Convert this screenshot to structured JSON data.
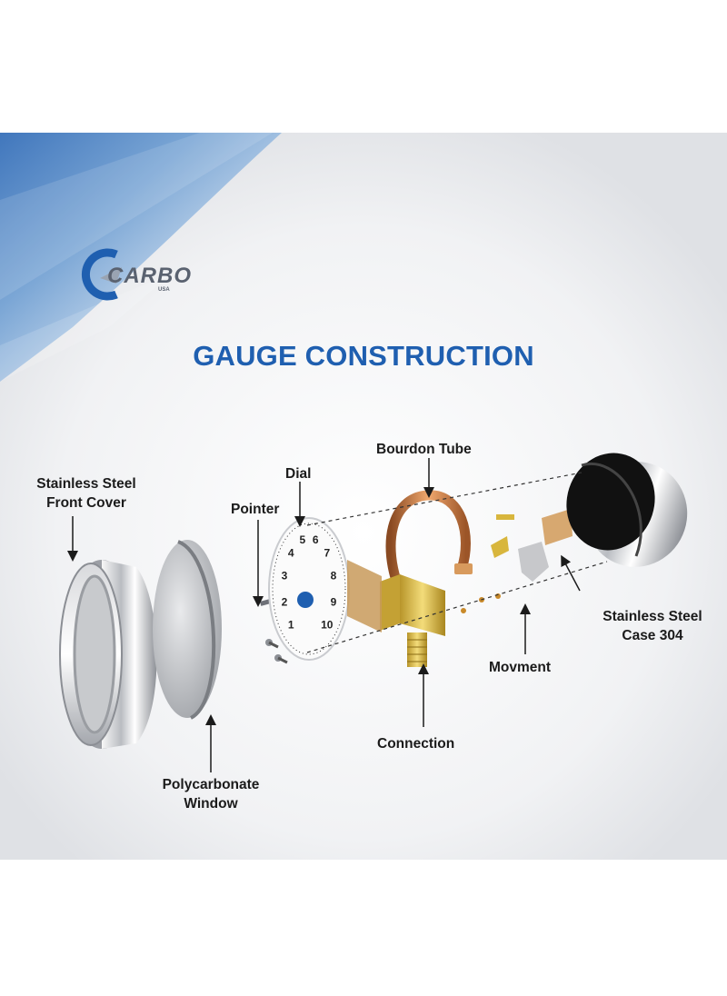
{
  "logo": {
    "name": "CARBO",
    "sub": "USA"
  },
  "title": "GAUGE CONSTRUCTION",
  "labels": {
    "front_cover": "Stainless Steel\nFront Cover",
    "pointer": "Pointer",
    "dial": "Dial",
    "bourdon_tube": "Bourdon Tube",
    "case": "Stainless Steel\nCase 304",
    "movement": "Movment",
    "connection": "Connection",
    "window": "Polycarbonate\nWindow"
  },
  "dial_numbers": [
    "1",
    "2",
    "3",
    "4",
    "5",
    "6",
    "7",
    "8",
    "9",
    "10"
  ],
  "colors": {
    "title": "#1f5fb0",
    "label": "#1b1b1b",
    "copper": "#c9783f",
    "brass": "#d8b63d"
  }
}
